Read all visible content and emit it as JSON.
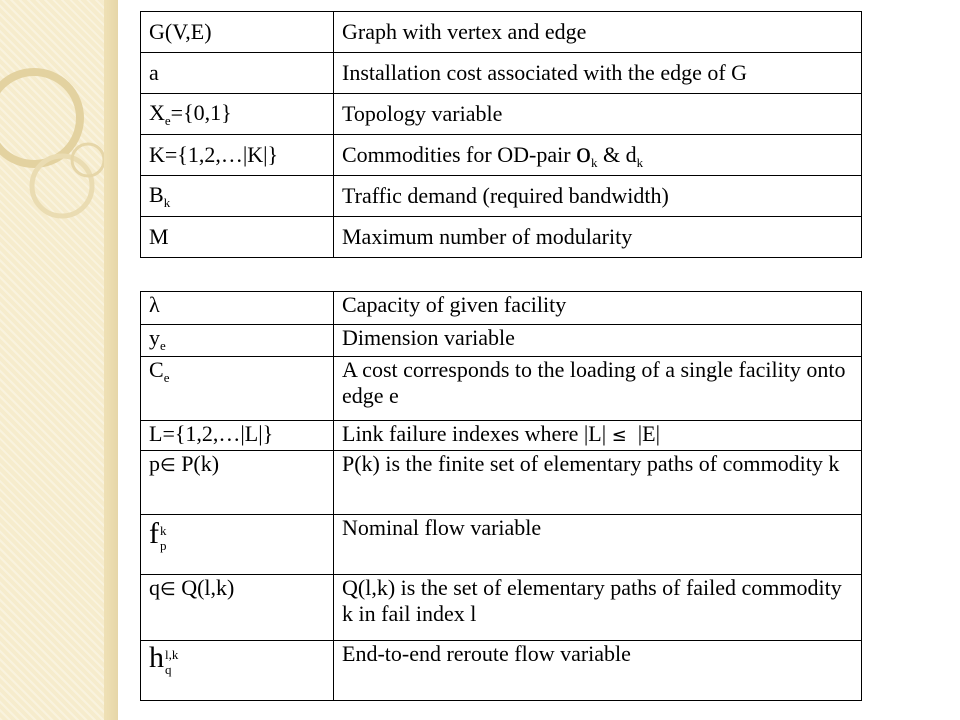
{
  "table1": {
    "rows": [
      {
        "symbol": "G(V,E)",
        "description": "Graph with vertex and edge"
      },
      {
        "symbol": "a",
        "description": "Installation cost associated with the edge of G"
      },
      {
        "symbol_main": "X",
        "symbol_sub": "e",
        "symbol_rest": "={0,1}",
        "description": "Topology variable"
      },
      {
        "symbol": "K={1,2,…|K|}",
        "description_main": "Commodities for OD-pair",
        "o_var": "o",
        "o_sub": "k",
        "amp": "&",
        "d_var": "d",
        "d_sub": "k"
      },
      {
        "symbol_main": "B",
        "symbol_sub": "k",
        "description": "Traffic demand  (required bandwidth)"
      },
      {
        "symbol": "M",
        "description": "Maximum number of modularity"
      }
    ]
  },
  "table2": {
    "rows": [
      {
        "symbol": "λ",
        "description": "Capacity of given facility"
      },
      {
        "symbol_main": "y",
        "symbol_sub": "e",
        "description": "Dimension variable"
      },
      {
        "symbol_main": "C",
        "symbol_sub": "e",
        "description": "A cost corresponds to the loading of a single facility onto edge e"
      },
      {
        "symbol": "L={1,2,…|L|}",
        "description_a": "Link failure indexes where |L|",
        "leq": "≤",
        "description_b": "|E|"
      },
      {
        "symbol_a": "p",
        "in": "∈",
        "symbol_b": "P(k)",
        "description": "P(k) is the finite set of elementary paths of commodity k"
      },
      {
        "var": "f",
        "sup": "k",
        "sub": "p",
        "description": "Nominal flow variable"
      },
      {
        "symbol_a": "q",
        "in": "∈",
        "symbol_b": "Q(l,k)",
        "description": "Q(l,k) is the set of elementary paths of failed commodity k in fail index l"
      },
      {
        "var": "h",
        "sup": "l,k",
        "sub": "q",
        "description": "End-to-end reroute flow variable"
      }
    ]
  }
}
